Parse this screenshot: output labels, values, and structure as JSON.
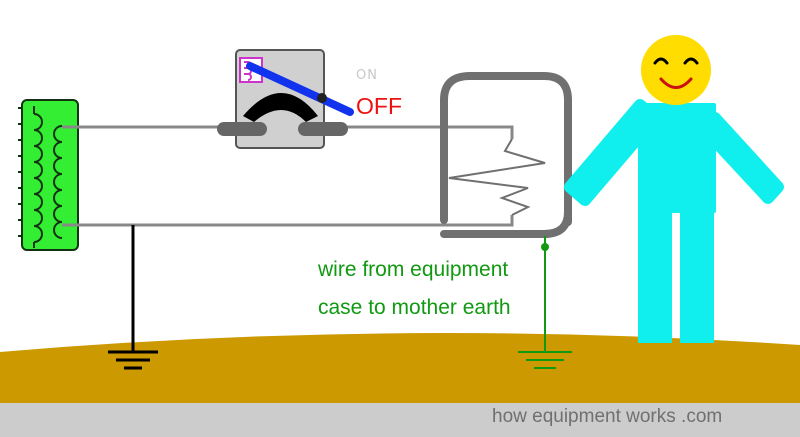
{
  "switch": {
    "on_label": "ON",
    "off_label": "OFF",
    "state": "off"
  },
  "annotation": {
    "line1": "wire from equipment",
    "line2": "case to mother earth"
  },
  "footer": {
    "credit": "how equipment works .com"
  },
  "colors": {
    "transformer": "#33ee33",
    "wire": "#aaaaaa",
    "case": "#707070",
    "earth_ground": "#cc9900",
    "footer_bar": "#cccccc",
    "ground_wire": "#119911",
    "person": "#11eeee",
    "face": "#ffdd00",
    "switch_lever": "#1133ee",
    "off_text": "#ee1111"
  },
  "icons": [
    "transformer-coil-icon",
    "switch-icon",
    "heater-element-icon",
    "ground-symbol-icon",
    "smiley-face-icon"
  ]
}
